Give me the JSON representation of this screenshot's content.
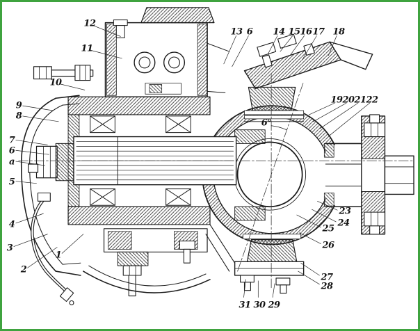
{
  "figure": {
    "frame_color": "#3fa33f",
    "paper_color": "#ffffff",
    "ink_color": "#1b1b1b"
  },
  "callouts": {
    "n12": "12",
    "n11": "11",
    "n10": "10",
    "n9": "9",
    "n8": "8",
    "n7": "7",
    "n6_left": "6",
    "a_left": "а",
    "n5": "5",
    "n4": "4",
    "n3": "3",
    "n2": "2",
    "n1": "1",
    "n13": "13",
    "n6_top": "6",
    "n14": "14",
    "n15": "15",
    "n16": "16",
    "n17": "17",
    "n18": "18",
    "n19": "19",
    "n20": "20",
    "n21": "21",
    "n22": "22",
    "angle_center": "6°",
    "n23": "23",
    "n24": "24",
    "n25": "25",
    "n26": "26",
    "n27": "27",
    "n28": "28",
    "n31": "31",
    "n30": "30",
    "n29": "29"
  }
}
